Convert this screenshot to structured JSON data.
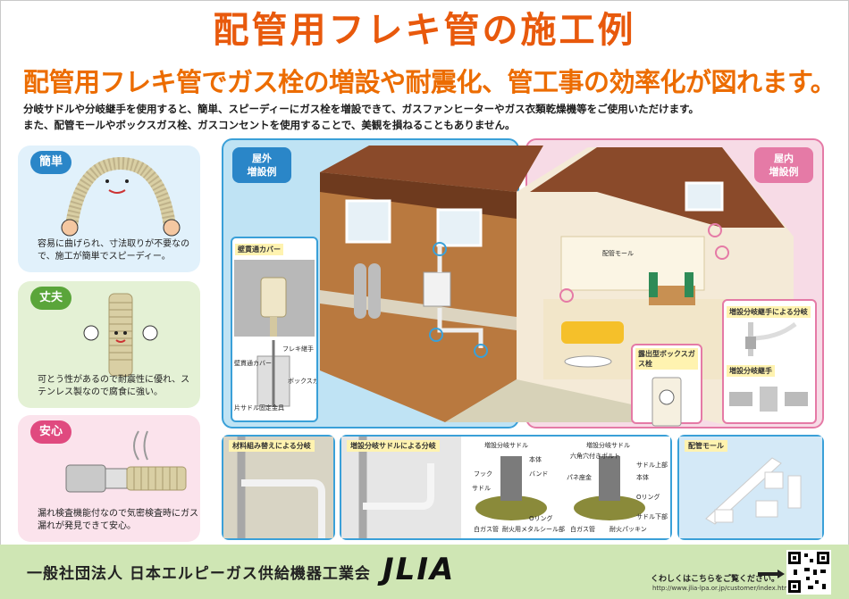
{
  "title": "配管用フレキ管の施工例",
  "subtitle": "配管用フレキ管でガス栓の増設や耐震化、管工事の効率化が図れます。",
  "description": [
    "分岐サドルや分岐継手を使用すると、簡単、スピーディーにガス栓を増設できて、ガスファンヒーターやガス衣類乾燥機等をご使用いただけます。",
    "また、配管モールやボックスガス栓、ガスコンセントを使用することで、美観を損ねることもありません。"
  ],
  "features": [
    {
      "badge": "簡単",
      "text": "容易に曲げられ、寸法取りが不要なので、施工が簡単でスピーディー。"
    },
    {
      "badge": "丈夫",
      "text": "可とう性があるので耐震性に優れ、ステンレス製なので腐食に強い。"
    },
    {
      "badge": "安心",
      "text": "漏れ検査機能付なので気密検査時にガス漏れが発見できて安心。"
    }
  ],
  "outdoor": {
    "label_line1": "屋外",
    "label_line2": "増設例",
    "callout_title": "壁貫通カバー",
    "labels": [
      "壁貫通カバー",
      "フレキ継手",
      "片サドル固定金具",
      "ボックスガス栓"
    ]
  },
  "indoor": {
    "label_line1": "屋内",
    "label_line2": "増設例",
    "pipe_mold": "配管モール",
    "box_gas": "露出型ボックスガス栓",
    "branch_joint_title": "増設分岐継手による分岐",
    "branch_joint": "増設分岐継手"
  },
  "bottom": {
    "material_switch": "材料組み替えによる分岐",
    "saddle_branch": "増設分岐サドルによる分岐",
    "saddle1": "増設分岐サドル",
    "saddle2": "増設分岐サドル",
    "saddle1_parts": [
      "本体",
      "フック",
      "バンド",
      "サドル",
      "Oリング",
      "白ガス管",
      "耐火用メタルシール部"
    ],
    "saddle2_parts": [
      "六角穴付きボルト",
      "パネ座金",
      "サドル上部",
      "本体",
      "Oリング",
      "サドル下部",
      "白ガス管",
      "耐火パッキン"
    ],
    "pipe_mold": "配管モール"
  },
  "footer": {
    "organization": "一般社団法人 日本エルピーガス供給機器工業会",
    "logo": "JLIA",
    "more_info": "くわしくはこちらをご覧ください。",
    "url": "http://www.jlia-lpa.or.jp/customer/index.html"
  }
}
